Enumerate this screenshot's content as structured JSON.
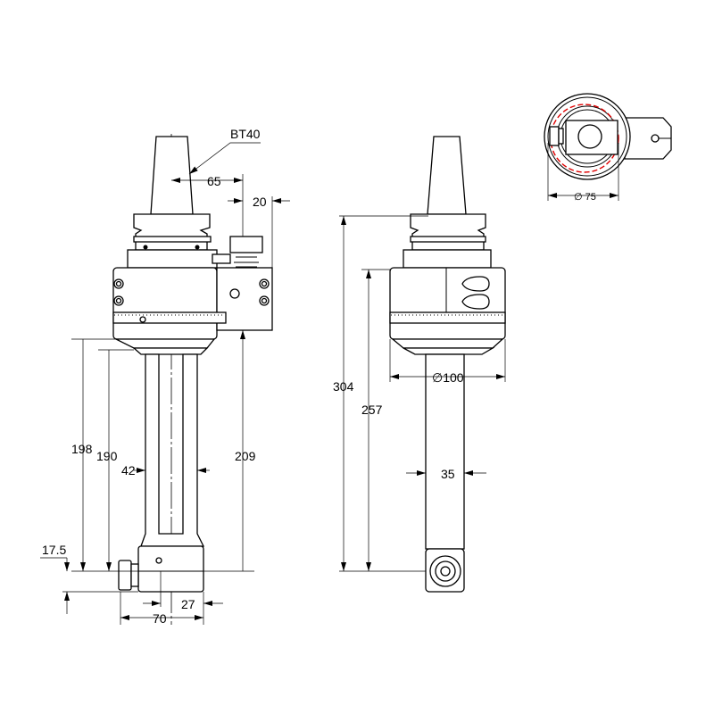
{
  "callouts": {
    "taper": "BT40"
  },
  "side_view": {
    "offset_65": "65",
    "offset_20": "20",
    "height_198": "198",
    "height_190": "190",
    "width_42": "42",
    "height_209": "209",
    "height_17_5": "17.5",
    "width_70": "70",
    "width_27": "27"
  },
  "front_view": {
    "height_304": "304",
    "height_257": "257",
    "diameter_100": "∅100",
    "width_35": "35"
  },
  "top_view": {
    "diameter_75": "∅ 75"
  },
  "colors": {
    "line": "#000000",
    "hidden_circle": "#e00000"
  }
}
